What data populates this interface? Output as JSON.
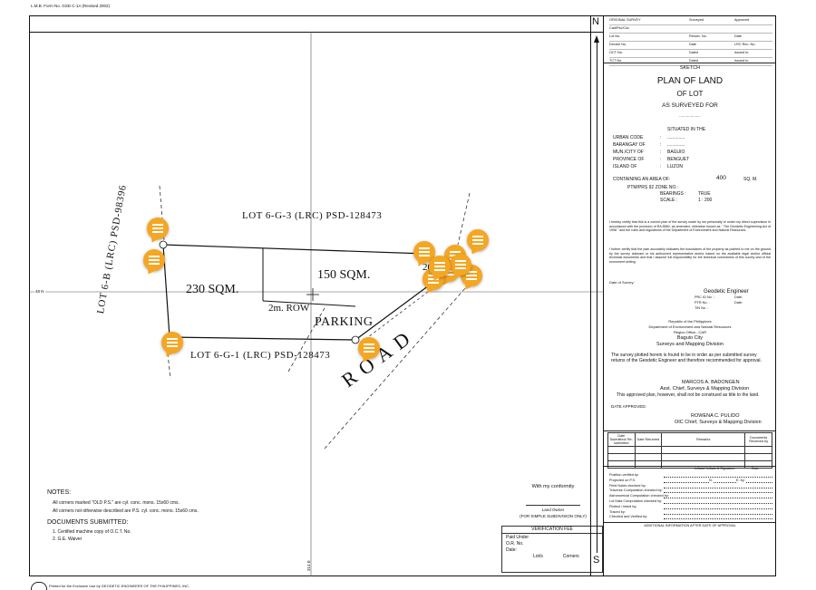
{
  "form_header": "L.M.B. Form No. GSD C-1A (Revised 2002)",
  "footer": "Printed for the Exclusive Use by GEODETIC ENGINEERS OF THE PHILIPPINES, INC.",
  "grid": {
    "north_label": "48 N",
    "east_label": "314 E"
  },
  "plan": {
    "lot_top": "LOT 6-G-3 (LRC) PSD-128473",
    "lot_bottom": "LOT 6-G-1 (LRC) PSD-128473",
    "lot_left": "LOT 6-B (LRC) PSD-98396",
    "area_left": "230 SQM.",
    "area_mid": "150 SQM.",
    "area_right_partial": "20 S",
    "row": "2m. ROW",
    "parking": "PARKING",
    "road": "ROAD"
  },
  "notes": {
    "title": "NOTES:",
    "lines": [
      "All corners marked \"OLD P.S.\" are cyl. conc. mons. 15x60 cms.",
      "All corners not otherwise described are P.S. cyl. conc. mons. 15x60 cms."
    ]
  },
  "documents": {
    "title": "DOCUMENTS SUBMITTED:",
    "lines": [
      "1. Certified machine copy of O.C.T. No.",
      "2. G.E. Waiver"
    ]
  },
  "conformity": {
    "title": "With my conformity",
    "owner": "Land Owner",
    "note": "(FOR SIMPLE SUBDIVISION ONLY)"
  },
  "verification": {
    "title": "VERIFICATION FEE",
    "paid": "Paid Under",
    "or": "O.R. No.",
    "date": "Date:",
    "lots": "Lot/s",
    "corners": "Corners"
  },
  "compass": {
    "n": "N",
    "s": "S"
  },
  "titleblock": {
    "top_rows": [
      [
        "ORIGINAL SURVEY",
        "Surveyed",
        "Approved"
      ],
      [
        "Cad/Psc/Csc",
        "",
        ""
      ],
      [
        "Lot No.",
        "Resurv. No.",
        "Date"
      ],
      [
        "Decree No.",
        "Date",
        "LRC Rec. No."
      ],
      [
        "OCT No.",
        "Dated",
        "Issued to"
      ],
      [
        "TCT No.",
        "Dated",
        "Issued to"
      ]
    ],
    "sketch": "SKETCH",
    "plan_of_land": "PLAN OF LAND",
    "of_lot": "OF LOT",
    "surveyed_for": "AS SURVEYED FOR",
    "dots": "...................",
    "situated": "SITUATED IN THE",
    "location": [
      {
        "k": "URBAN CODE",
        "v": ".............."
      },
      {
        "k": "BARANGAY OF",
        "v": ".............."
      },
      {
        "k": "MUN./CITY OF",
        "v": "BAGUIO"
      },
      {
        "k": "PROVINCE OF",
        "v": "BENGUET"
      },
      {
        "k": "ISLAND OF",
        "v": "LUZON"
      }
    ],
    "area_label": "CONTAINING AN AREA OF:",
    "area_value": "400",
    "area_unit": "SQ. M.",
    "ptm": "PTM/PRS 92 ZONE NO.:",
    "bearings_k": "BEARINGS :",
    "bearings_v": "TRUE",
    "scale_k": "SCALE :",
    "scale_v": "1 : 200",
    "cert1": "I hereby certify that this is a correct plan of the survey made by me personally or under my direct supervision in accordance with the provision of RA 8560, as amended, otherwise known as \" The Geodetic Engineering Act of 1998 \" and the rules and regulations of the Department of Environment and Natural Resources.",
    "cert2": "I further certify that the plan accurately indicates the boundaries of the property as pointed to me on the ground by the survey claimant or his authorized representative and/or based on the available legal and/or official technical documents and that I assume full responsibility for the technical correctness of this survey and of the monument setting.",
    "date_survey": "Date of Survey:",
    "ge_title": "Geodetic Engineer",
    "ge_fields": [
      "PRC ID No. :",
      "PTR No. :",
      "TIN No. :"
    ],
    "ge_date": "Date:",
    "republic": "Republic of the Philippines",
    "denr": "Department of Environment and Natural Resources",
    "region": "Region Office...CAR",
    "city": "Baguio City",
    "division": "Surveys and Mapping Division",
    "approval_text": "The survey plotted herein is found to be in order as per submitted survey returns of the Geodetic Engineer and therefore recommended for approval.",
    "asst_name": "MARCOS A. BADONGEN",
    "asst_title": "Asst. Chief, Surveys & Mapping Division",
    "approved_text": "This approved plan, however, shall not be construed as title to the land.",
    "date_approved": "DATE APPROVED:",
    "chief_name": "ROWENA C. PULIDO",
    "chief_title": "OIC Chief, Surveys & Mapping Division",
    "track_headers": [
      "Date Submitted/ Re-submitted",
      "Date Returned",
      "Remarks",
      "Documents Received by"
    ],
    "initials_header": [
      "Initials/ Initials & Signature",
      "Date"
    ],
    "checks": [
      "Position verified by",
      "Projected on P.S.",
      "Field Notes checked by:",
      "Traverse Computation checked by:",
      "Astronomical Computation checked by:",
      "Lot Data Computation checked by:",
      "Plotted / Inked by:",
      "Traced by:",
      "Checked and Verified by:"
    ],
    "proj_n": "N.",
    "proj_e": "E. by:",
    "additional": "ADDITIONAL INFORMATION AFTER DATE OF APPROVAL"
  },
  "annotation_pins": 12
}
